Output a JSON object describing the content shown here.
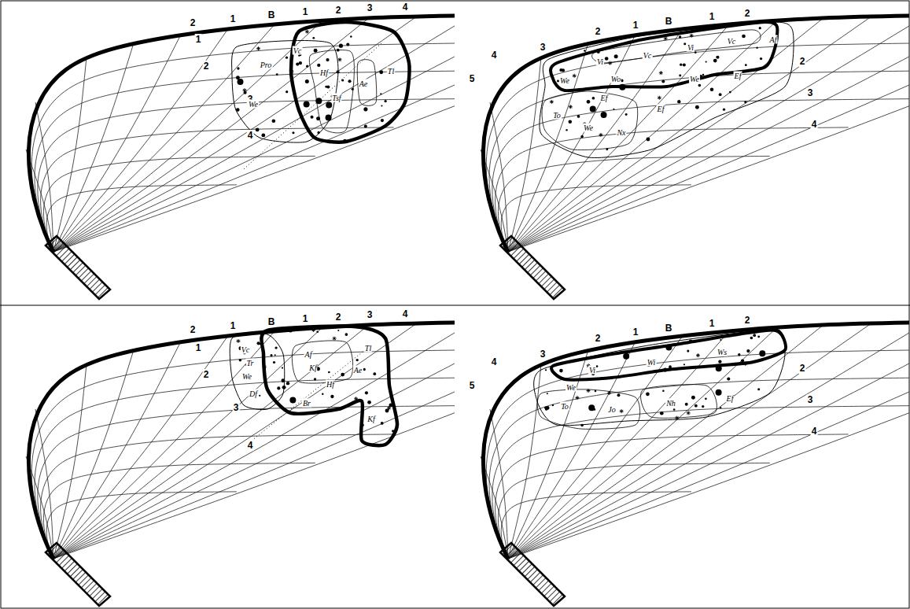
{
  "diagram": {
    "labels": [
      "2",
      "1",
      "B",
      "1",
      "2",
      "3",
      "4",
      "1",
      "2",
      "3",
      "4",
      "Vc",
      "Pro",
      "We",
      "Hf",
      "Tsf",
      "Ae",
      "Tl",
      "3",
      "2",
      "1",
      "B",
      "1",
      "2",
      "4",
      "5",
      "2",
      "3",
      "4",
      "Vi",
      "Vc",
      "Vi",
      "Vc",
      "Af",
      "We",
      "Wo",
      "We",
      "Ef",
      "Ef",
      "Ef",
      "To",
      "We",
      "Nx",
      "2",
      "1",
      "B",
      "1",
      "2",
      "3",
      "4",
      "1",
      "2",
      "3",
      "4",
      "Vc",
      "Tr",
      "We",
      "Df",
      "Af",
      "Kf",
      "Ae",
      "Tl",
      "Hf",
      "Br",
      "Kf",
      "3",
      "2",
      "1",
      "B",
      "1",
      "2",
      "4",
      "5",
      "2",
      "3",
      "4",
      "Vi",
      "Wi",
      "Ws",
      "We",
      "To",
      "Jo",
      "Nh",
      "Ef"
    ]
  }
}
